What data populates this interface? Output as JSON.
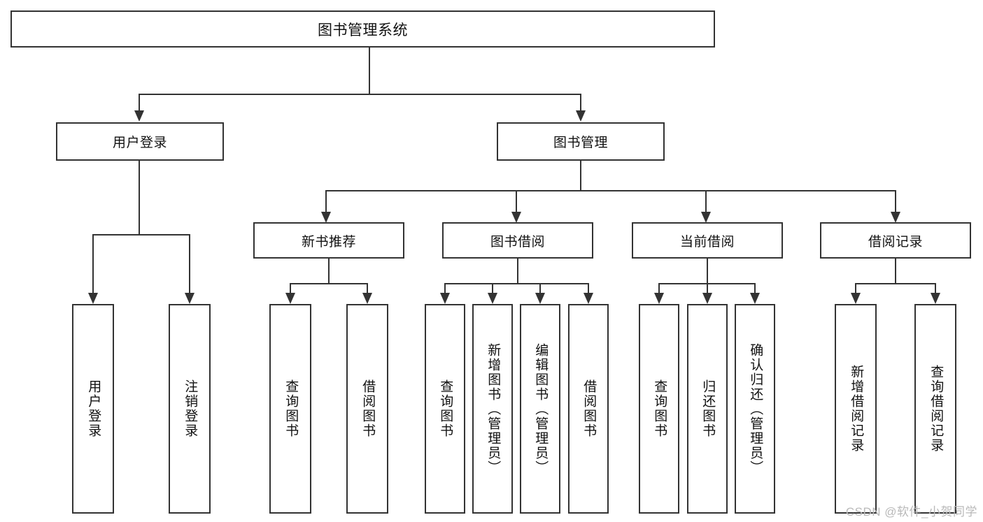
{
  "diagram": {
    "title": "图书管理系统",
    "type": "hierarchy-tree",
    "root": {
      "label": "图书管理系统"
    },
    "level2": [
      {
        "label": "用户登录"
      },
      {
        "label": "图书管理"
      }
    ],
    "level3": [
      {
        "label": "新书推荐"
      },
      {
        "label": "图书借阅"
      },
      {
        "label": "当前借阅"
      },
      {
        "label": "借阅记录"
      }
    ],
    "leaves": {
      "user_login": [
        {
          "label": "用户登录"
        },
        {
          "label": "注销登录"
        }
      ],
      "new_book_recommend": [
        {
          "label": "查询图书"
        },
        {
          "label": "借阅图书"
        }
      ],
      "book_borrow": [
        {
          "label": "查询图书"
        },
        {
          "label": "新增图书（管理员）"
        },
        {
          "label": "编辑图书（管理员）"
        },
        {
          "label": "借阅图书"
        }
      ],
      "current_borrow": [
        {
          "label": "查询图书"
        },
        {
          "label": "归还图书"
        },
        {
          "label": "确认归还（管理员）"
        }
      ],
      "borrow_record": [
        {
          "label": "新增借阅记录"
        },
        {
          "label": "查询借阅记录"
        }
      ]
    }
  },
  "watermark": {
    "text": "CSDN @软件_小贺同学"
  },
  "colors": {
    "stroke": "#333333",
    "background": "#ffffff",
    "text": "#111111",
    "watermark": "#b9b9b9"
  }
}
